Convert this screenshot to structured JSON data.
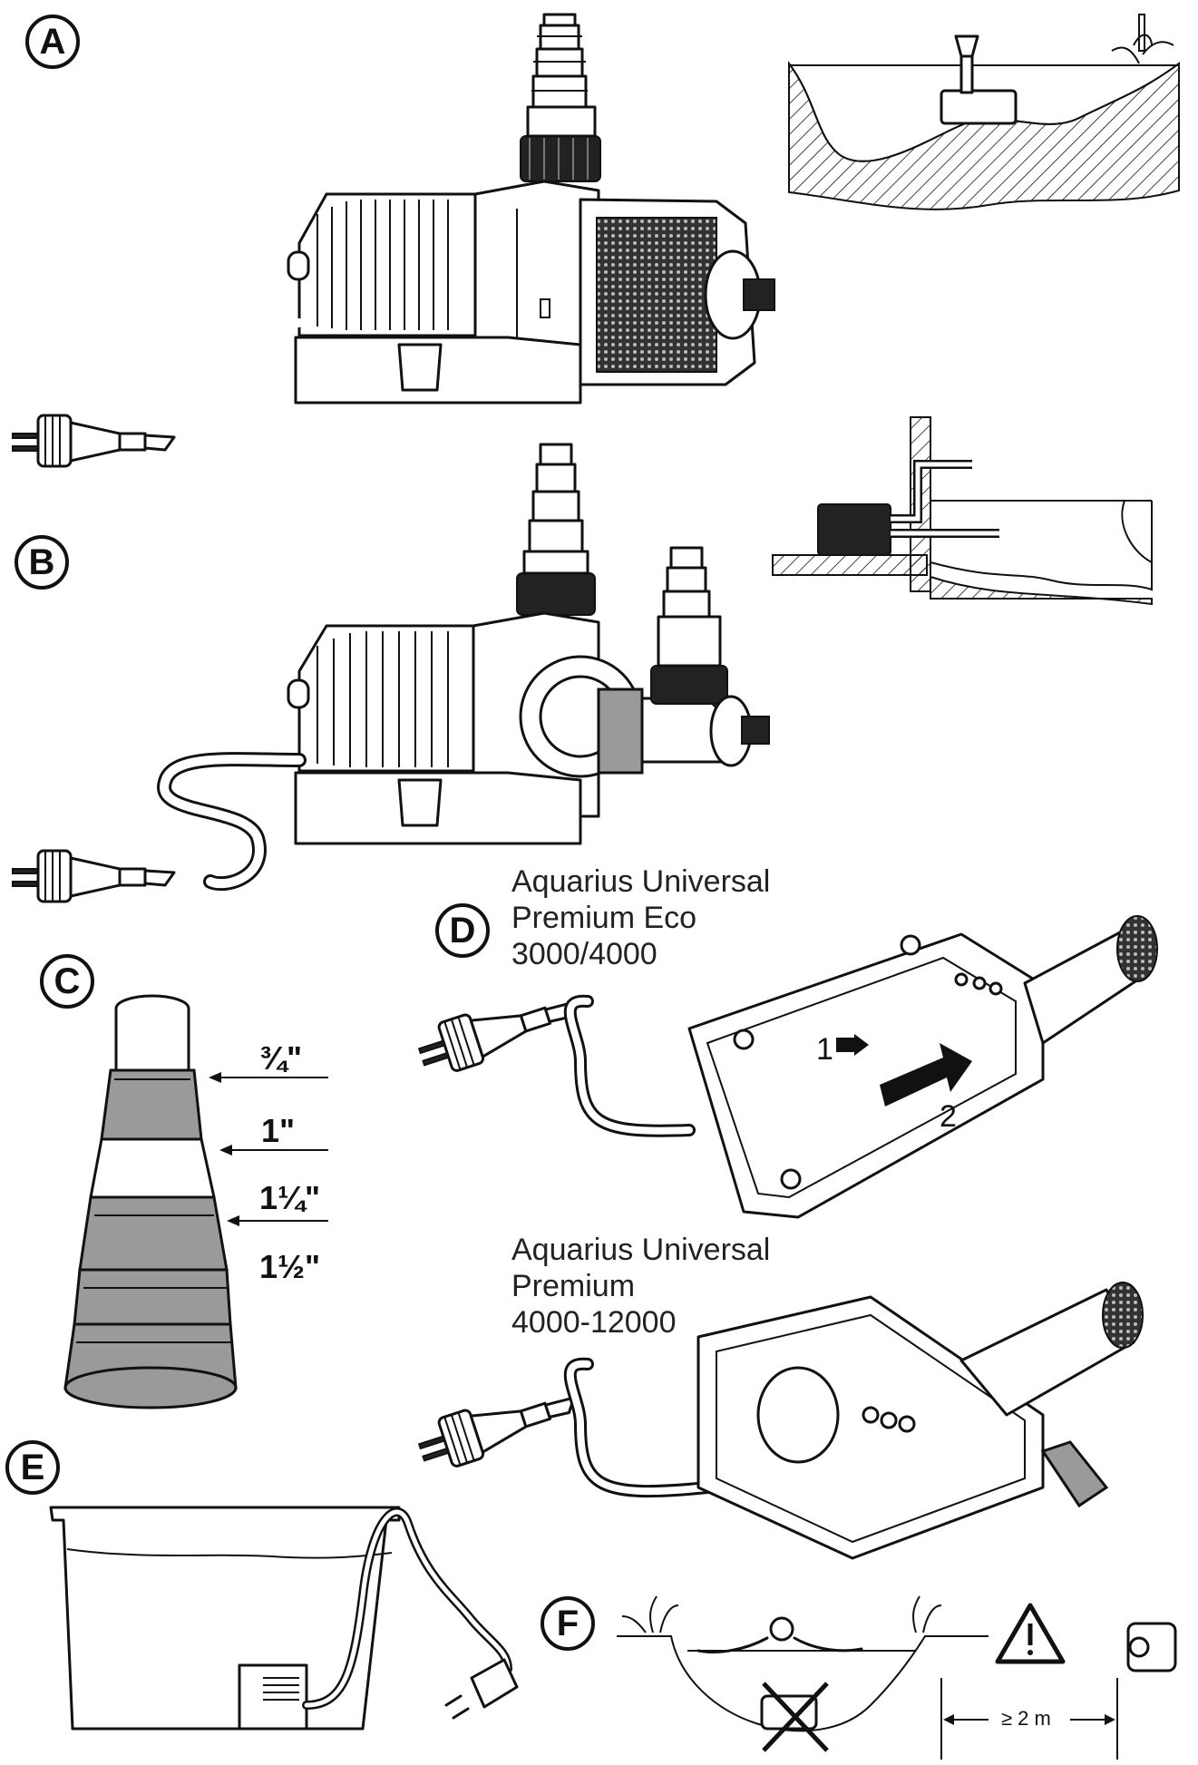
{
  "panels": {
    "a": {
      "label": "A"
    },
    "b": {
      "label": "B"
    },
    "c": {
      "label": "C",
      "sizes": [
        "¾\"",
        "1\"",
        "1¼\"",
        "1½\""
      ]
    },
    "d": {
      "label": "D",
      "model_top": "Aquarius Universal\nPremium Eco\n3000/4000",
      "model_bottom": "Aquarius Universal\nPremium\n4000-12000",
      "step1": "1",
      "step2": "2"
    },
    "e": {
      "label": "E"
    },
    "f": {
      "label": "F",
      "distance": "≥ 2 m"
    }
  }
}
